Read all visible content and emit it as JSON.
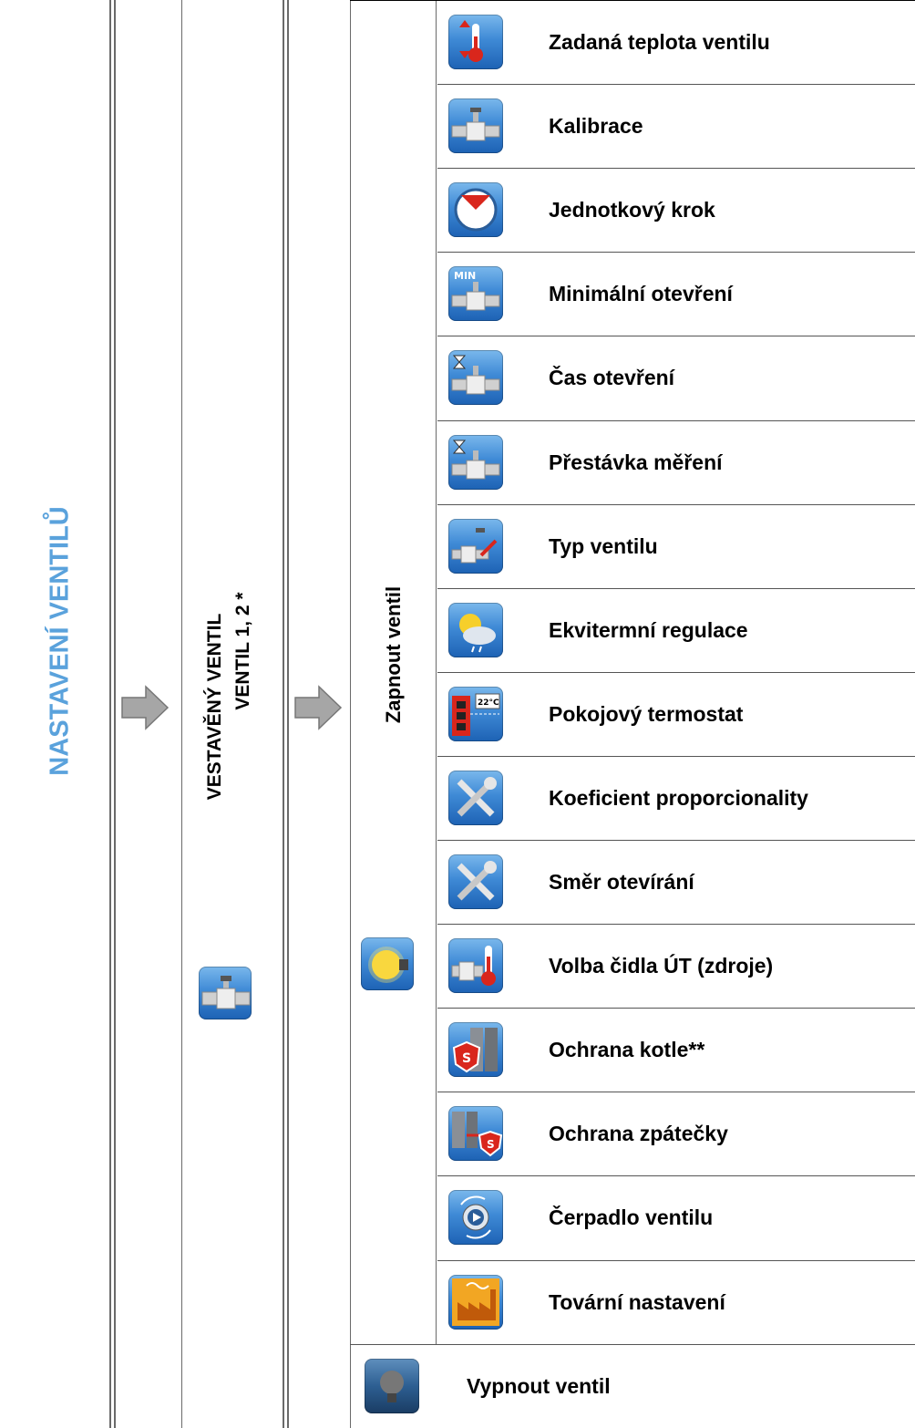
{
  "column1": {
    "title": "NASTAVENÍ VENTILŮ"
  },
  "column3": {
    "title_line1": "VESTAVĚNÝ VENTIL",
    "title_line2": "VENTIL 1, 2 *"
  },
  "column5": {
    "title": "Zapnout ventil"
  },
  "colors": {
    "title_blue": "#5aa2dc",
    "divider": "#555555",
    "arrow_fill": "#a6a6a6"
  },
  "rows": [
    {
      "label": "Zadaná teplota ventilu",
      "icon": "thermometer-arrows-icon"
    },
    {
      "label": "Kalibrace",
      "icon": "valve-icon"
    },
    {
      "label": "Jednotkový krok",
      "icon": "gauge-icon"
    },
    {
      "label": "Minimální otevření",
      "icon": "valve-min-icon"
    },
    {
      "label": "Čas otevření",
      "icon": "valve-hourglass-icon"
    },
    {
      "label": "Přestávka měření",
      "icon": "valve-hourglass-icon"
    },
    {
      "label": "Typ ventilu",
      "icon": "valve-type-icon"
    },
    {
      "label": "Ekvitermní regulace",
      "icon": "weather-icon"
    },
    {
      "label": "Pokojový termostat",
      "icon": "room-thermostat-icon"
    },
    {
      "label": "Koeficient proporcionality",
      "icon": "tools-icon"
    },
    {
      "label": "Směr otevírání",
      "icon": "tools-icon"
    },
    {
      "label": "Volba čidla ÚT (zdroje)",
      "icon": "valve-thermometer-icon"
    },
    {
      "label": "Ochrana kotle**",
      "icon": "boiler-shield-icon"
    },
    {
      "label": "Ochrana zpátečky",
      "icon": "return-shield-icon"
    },
    {
      "label": "Čerpadlo ventilu",
      "icon": "pump-icon"
    },
    {
      "label": "Tovární nastavení",
      "icon": "factory-icon"
    }
  ],
  "bottom": {
    "label": "Vypnout ventil",
    "icon": "bulb-off-icon"
  },
  "zapnout_icon": "bulb-on-icon",
  "column3_icon": "valve-icon"
}
